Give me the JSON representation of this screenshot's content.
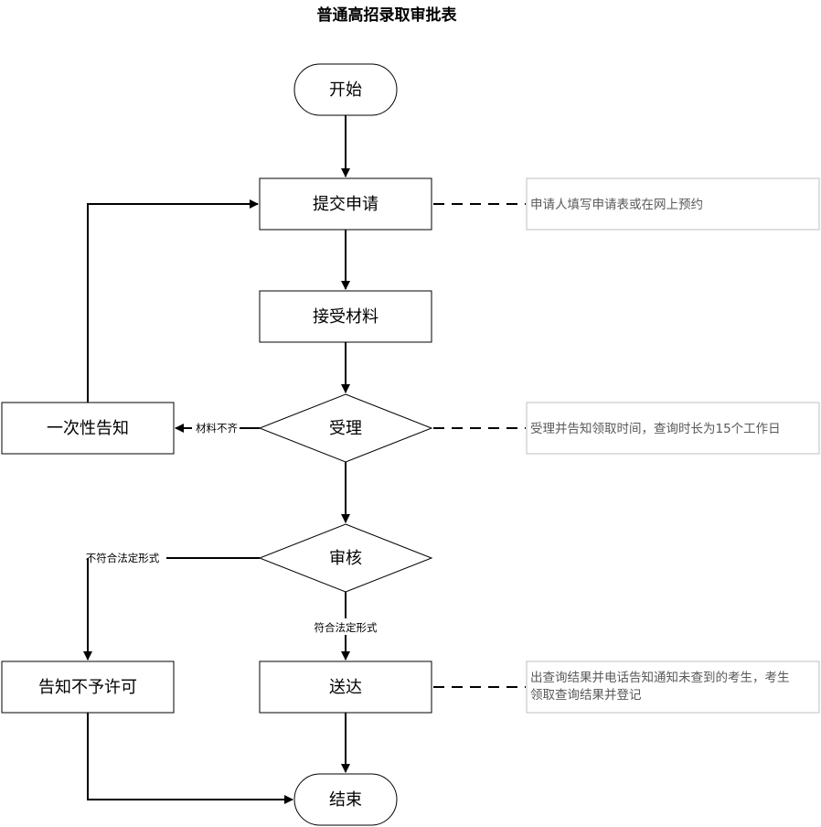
{
  "title": "普通高招录取审批表",
  "nodes": {
    "start": "开始",
    "submit": "提交申请",
    "receive": "接受材料",
    "accept": "受理",
    "notify_once": "一次性告知",
    "review": "审核",
    "deny": "告知不予许可",
    "deliver": "送达",
    "end": "结束"
  },
  "edge_labels": {
    "incomplete": "材料不齐",
    "not_compliant": "不符合法定形式",
    "compliant": "符合法定形式"
  },
  "notes": {
    "submit": "申请人填写申请表或在网上预约",
    "accept": "受理并告知领取时间，查询时长为15个工作日",
    "deliver_line1": "出查询结果并电话告知通知未查到的考生，考生",
    "deliver_line2": "领取查询结果并登记"
  },
  "colors": {
    "stroke": "#000000",
    "note_border": "#bfbfbf",
    "note_text": "#595959"
  }
}
